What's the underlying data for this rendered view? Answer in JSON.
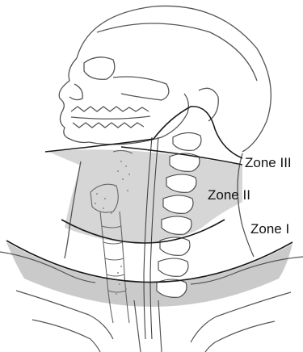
{
  "zones": {
    "zone_3": "Zone III",
    "zone_2": "Zone II",
    "zone_1": "Zone I"
  },
  "colors": {
    "zone_shade": "#c9c9c9",
    "zone_shade_dark": "#b3b3b3",
    "line": "#1a1a1a",
    "sketch": "#555555"
  }
}
